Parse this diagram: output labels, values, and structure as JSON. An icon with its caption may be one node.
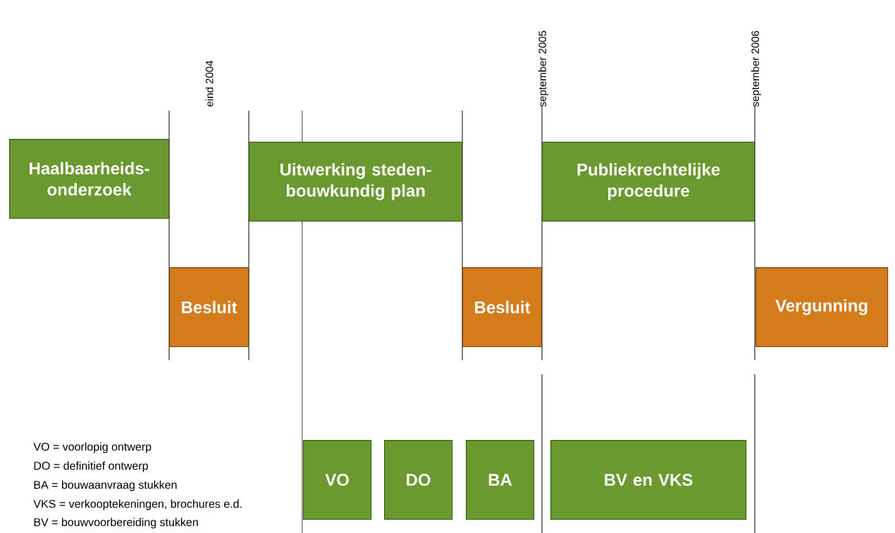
{
  "diagram": {
    "nodes": [
      {
        "text": [
          "Haalbaarheids- onderzoek"
        ]
      },
      {
        "text": [
          "Uitwerking steden- bouwkundig plan"
        ]
      },
      {
        "text": [
          "Publiekrechtelijke procedure"
        ]
      },
      {
        "text": [
          "Besluit"
        ]
      },
      {
        "text": [
          "Besluit"
        ]
      },
      {
        "text": [
          "Vergunning"
        ]
      },
      {
        "text": [
          "VO"
        ]
      },
      {
        "text": [
          "DO"
        ]
      },
      {
        "text": [
          "BA"
        ]
      },
      {
        "text": [
          "BV en VKS"
        ]
      }
    ],
    "labels": [
      "eind 2004",
      "september 2005",
      "september 2006",
      "VO = voorlopig ontwerp",
      "DO = definitief ontwerp",
      "BA = bouwaanvraag stukken",
      "VKS = verkooptekeningen, brochures e.d.",
      "BV = bouwvoorbereiding stukken"
    ]
  }
}
